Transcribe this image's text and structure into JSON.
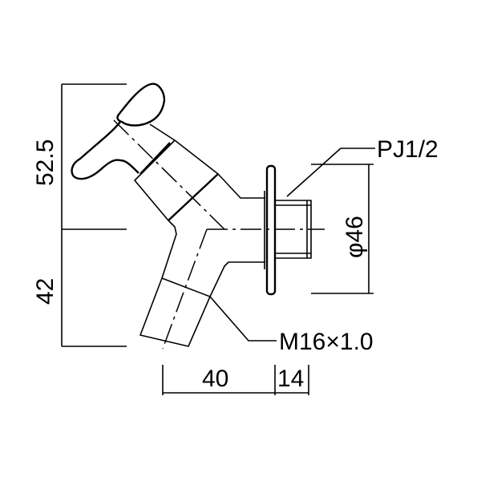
{
  "drawing": {
    "dim_height_upper": "52.5",
    "dim_height_lower": "42",
    "dim_width_body": "40",
    "dim_width_thread": "14",
    "diameter_flange": "φ46",
    "thread_outlet": "PJ1/2",
    "thread_spout": "M16×1.0"
  }
}
